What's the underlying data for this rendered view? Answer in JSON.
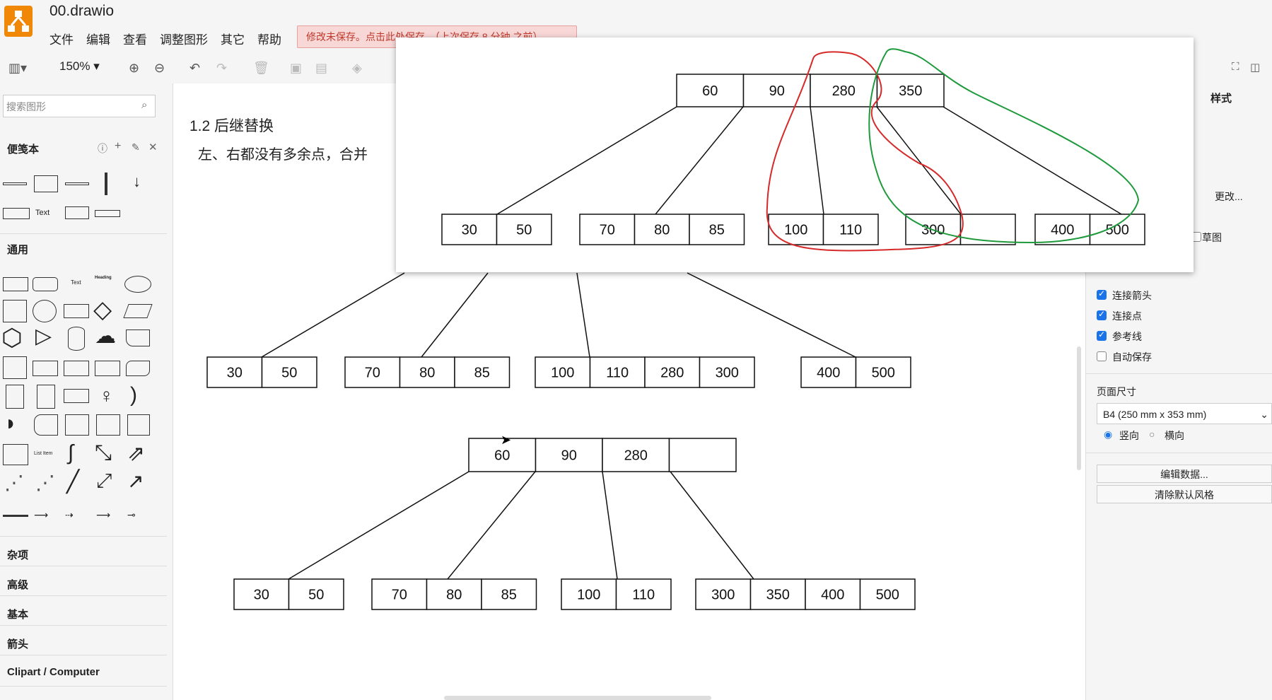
{
  "app": {
    "title": "00.drawio",
    "menus": [
      "文件",
      "编辑",
      "查看",
      "调整图形",
      "其它",
      "帮助"
    ],
    "unsaved_notice": "修改未保存。点击此处保存。（上次保存 8 分钟 之前）"
  },
  "toolbar": {
    "zoom": "150%"
  },
  "sidebar": {
    "search_placeholder": "搜索图形",
    "sections": {
      "scratchpad": "便笺本",
      "general": "通用",
      "misc": "杂项",
      "advanced": "高级",
      "basic": "基本",
      "arrows": "箭头",
      "clipart": "Clipart / Computer"
    },
    "shape_text_label": "Text",
    "shape_text_small": "Text",
    "shape_heading": "Heading",
    "shape_list_item": "List Item"
  },
  "canvas": {
    "heading": "1.2 后继替换",
    "subtitle": "左、右都没有多余点，合并",
    "tree_middle": {
      "nodes": [
        {
          "keys": [
            "30",
            "50"
          ]
        },
        {
          "keys": [
            "70",
            "80",
            "85"
          ]
        },
        {
          "keys": [
            "100",
            "110",
            "280",
            "300"
          ]
        },
        {
          "keys": [
            "400",
            "500"
          ]
        }
      ]
    },
    "tree_bottom": {
      "root": [
        "60",
        "90",
        "280",
        ""
      ],
      "leaves": [
        {
          "keys": [
            "30",
            "50"
          ]
        },
        {
          "keys": [
            "70",
            "80",
            "85"
          ]
        },
        {
          "keys": [
            "100",
            "110"
          ]
        },
        {
          "keys": [
            "300",
            "350",
            "400",
            "500"
          ]
        }
      ]
    }
  },
  "overlay": {
    "root": [
      "60",
      "90",
      "280",
      "350"
    ],
    "leaves": [
      {
        "keys": [
          "30",
          "50"
        ]
      },
      {
        "keys": [
          "70",
          "80",
          "85"
        ]
      },
      {
        "keys": [
          "100",
          "110"
        ]
      },
      {
        "keys": [
          "300",
          ""
        ]
      },
      {
        "keys": [
          "400",
          "500"
        ]
      }
    ],
    "annotation_colors": {
      "red": "#d62a2a",
      "green": "#1e9a3c"
    }
  },
  "right_panel": {
    "style_tab": "样式",
    "change_button": "更改...",
    "sketch_label": "草图",
    "options": [
      {
        "label": "连接箭头",
        "checked": true
      },
      {
        "label": "连接点",
        "checked": true
      },
      {
        "label": "参考线",
        "checked": true
      },
      {
        "label": "自动保存",
        "checked": false
      }
    ],
    "page_size_label": "页面尺寸",
    "page_size_value": "B4 (250 mm x 353 mm)",
    "orientation": {
      "portrait": "竖向",
      "landscape": "横向",
      "selected": "portrait"
    },
    "edit_data_button": "编辑数据...",
    "clear_style_button": "清除默认风格"
  }
}
